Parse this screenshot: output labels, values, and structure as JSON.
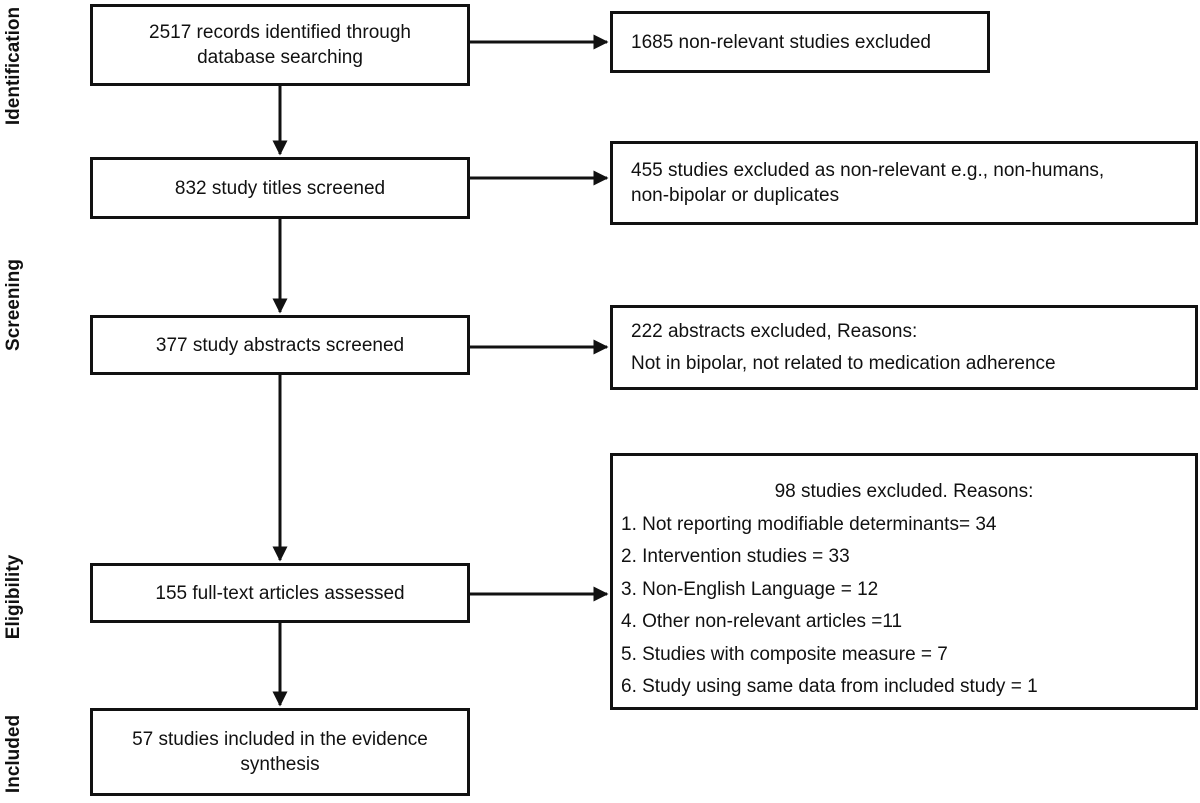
{
  "stages": {
    "identification": "Identification",
    "screening": "Screening",
    "eligibility": "Eligibility",
    "included": "Included"
  },
  "main": {
    "records_identified": [
      "2517 records identified through",
      "database searching"
    ],
    "titles_screened": "832 study titles screened",
    "abstracts_screened": "377 study abstracts screened",
    "fulltext_assessed": "155 full-text articles assessed",
    "included": [
      "57 studies included in the evidence",
      "synthesis"
    ]
  },
  "excluded": {
    "nonrelevant": "1685 non-relevant studies excluded",
    "titles": [
      "455 studies excluded as non-relevant e.g., non-humans,",
      "non-bipolar or duplicates"
    ],
    "abstracts_heading": "222 abstracts excluded, Reasons:",
    "abstracts_reason": "Not in bipolar, not related to medication adherence",
    "fulltext_heading": "98 studies excluded. Reasons:",
    "fulltext_reasons": [
      "1. Not reporting modifiable determinants= 34",
      "2. Intervention studies = 33",
      "3. Non-English Language = 12",
      "4. Other non-relevant articles =11",
      "5. Studies with composite measure = 7",
      "6. Study using same data from included study = 1"
    ]
  }
}
